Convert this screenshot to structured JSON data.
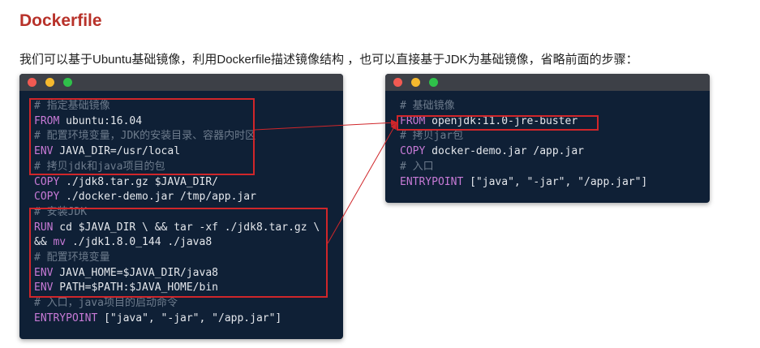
{
  "heading": "Dockerfile",
  "description": "我们可以基于Ubuntu基础镜像，利用Dockerfile描述镜像结构 ，也可以直接基于JDK为基础镜像，省略前面的步骤：",
  "colors": {
    "accent": "#b8322a",
    "highlight_box": "#d0262a",
    "keyword": "#c77ad6",
    "comment": "#6d7b8c"
  },
  "left_code": [
    [
      {
        "c": "cm",
        "v": "# 指定基础镜像"
      }
    ],
    [
      {
        "c": "kw",
        "v": "FROM"
      },
      {
        "c": "",
        "v": " ubuntu:16.04"
      }
    ],
    [
      {
        "c": "cm",
        "v": "# 配置环境变量，JDK的安装目录、容器内时区"
      }
    ],
    [
      {
        "c": "kw",
        "v": "ENV"
      },
      {
        "c": "",
        "v": " JAVA_DIR=/usr/local"
      }
    ],
    [
      {
        "c": "cm",
        "v": "# 拷贝jdk和java项目的包"
      }
    ],
    [
      {
        "c": "kw",
        "v": "COPY"
      },
      {
        "c": "",
        "v": " ./jdk8.tar.gz $JAVA_DIR/"
      }
    ],
    [
      {
        "c": "kw",
        "v": "COPY"
      },
      {
        "c": "",
        "v": " ./docker-demo.jar /tmp/app.jar"
      }
    ],
    [
      {
        "c": "cm",
        "v": "# 安装JDK"
      }
    ],
    [
      {
        "c": "kw",
        "v": "RUN"
      },
      {
        "c": "",
        "v": " cd $JAVA_DIR \\ && tar -xf ./jdk8.tar.gz \\"
      }
    ],
    [
      {
        "c": "",
        "v": "&& "
      },
      {
        "c": "kw",
        "v": "mv"
      },
      {
        "c": "",
        "v": " ./jdk1.8.0_144 ./java8"
      }
    ],
    [
      {
        "c": "cm",
        "v": "# 配置环境变量"
      }
    ],
    [
      {
        "c": "kw",
        "v": "ENV"
      },
      {
        "c": "",
        "v": " JAVA_HOME=$JAVA_DIR/java8"
      }
    ],
    [
      {
        "c": "kw",
        "v": "ENV"
      },
      {
        "c": "",
        "v": " PATH=$PATH:$JAVA_HOME/bin"
      }
    ],
    [
      {
        "c": "cm",
        "v": "# 入口，java项目的启动命令"
      }
    ],
    [
      {
        "c": "kw",
        "v": "ENTRYPOINT"
      },
      {
        "c": "",
        "v": " [\"java\", \"-jar\", \"/app.jar\"]"
      }
    ]
  ],
  "right_code": [
    [
      {
        "c": "cm",
        "v": "# 基础镜像"
      }
    ],
    [
      {
        "c": "kw",
        "v": "FROM"
      },
      {
        "c": "",
        "v": " openjdk:11.0-jre-buster"
      }
    ],
    [
      {
        "c": "cm",
        "v": "# 拷贝jar包"
      }
    ],
    [
      {
        "c": "kw",
        "v": "COPY"
      },
      {
        "c": "",
        "v": " docker-demo.jar /app.jar"
      }
    ],
    [
      {
        "c": "cm",
        "v": "# 入口"
      }
    ],
    [
      {
        "c": "kw",
        "v": "ENTRYPOINT"
      },
      {
        "c": "",
        "v": " [\"java\", \"-jar\", \"/app.jar\"]"
      }
    ]
  ]
}
